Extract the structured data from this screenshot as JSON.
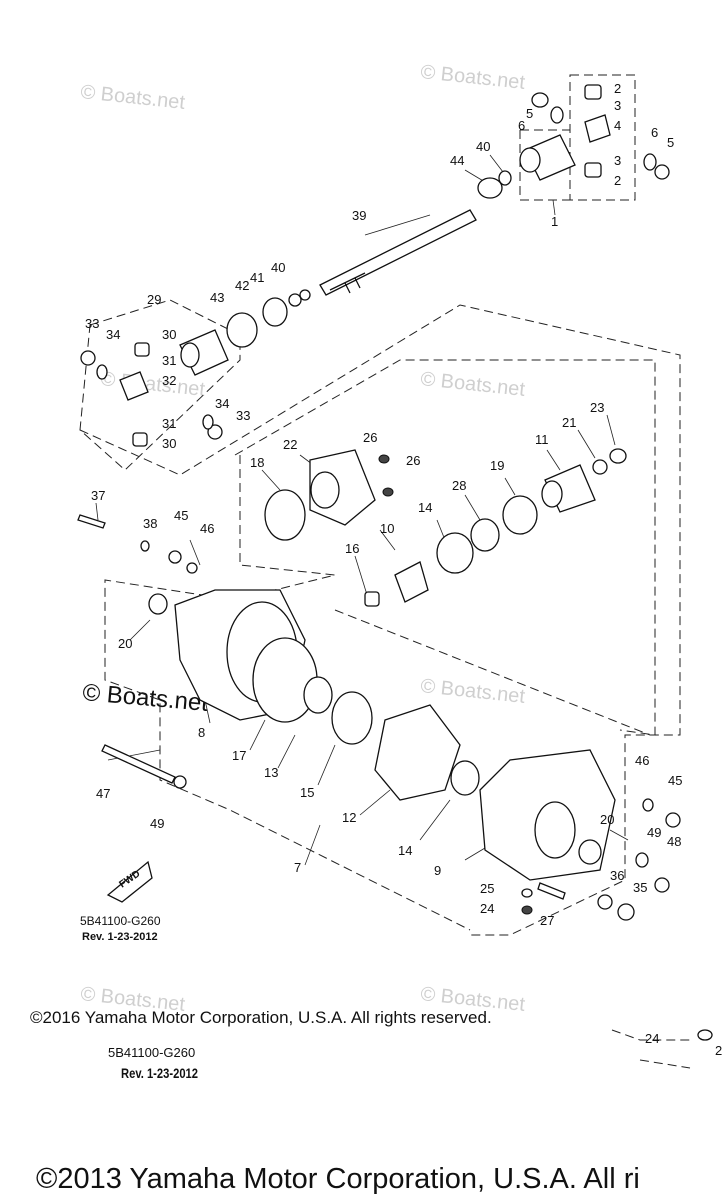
{
  "watermark": "© Boats.net",
  "watermark_large": "© Boats.net",
  "part_labels": [
    "1",
    "2",
    "3",
    "4",
    "5",
    "6",
    "40",
    "44",
    "39",
    "41",
    "42",
    "43",
    "29",
    "33",
    "34",
    "30",
    "31",
    "32",
    "23",
    "21",
    "11",
    "26",
    "22",
    "18",
    "19",
    "28",
    "14",
    "10",
    "16",
    "37",
    "38",
    "45",
    "46",
    "20",
    "17",
    "13",
    "15",
    "8",
    "12",
    "47",
    "49",
    "9",
    "7",
    "25",
    "24",
    "27",
    "36",
    "35",
    "48"
  ],
  "fwd_label": "FWD",
  "inner_code": "5B41100-G260",
  "inner_rev": "Rev. 1-23-2012",
  "copyright_2016": "©2016 Yamaha Motor Corporation, U.S.A. All rights reserved.",
  "code": "5B41100-G260",
  "rev": "Rev. 1-23-2012",
  "copyright_2013": "©2013 Yamaha Motor Corporation, U.S.A. All ri",
  "edge_fragment_24": "24",
  "edge_fragment_2": "2"
}
